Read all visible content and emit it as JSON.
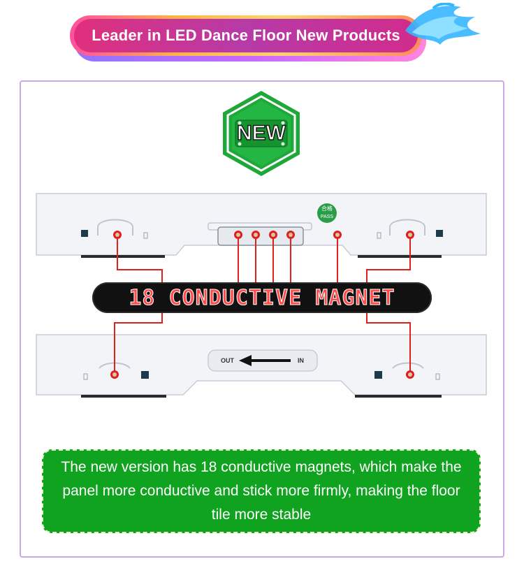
{
  "banner": {
    "title": "Leader in LED Dance Floor New Products"
  },
  "badge": {
    "label": "NEW"
  },
  "panel_top": {
    "pass_label_cn": "合格",
    "pass_label_en": "PASS"
  },
  "panel_bottom": {
    "out_label": "OUT",
    "in_label": "IN"
  },
  "magnet": {
    "label": "18 CONDUCTIVE MAGNET"
  },
  "description": {
    "text": "The new version has 18 conductive magnets, which make the panel more conductive and stick more firmly, making the floor tile more stable"
  },
  "colors": {
    "accent_red": "#e0201c",
    "green": "#10a31f",
    "frame": "#c9a8e6"
  }
}
